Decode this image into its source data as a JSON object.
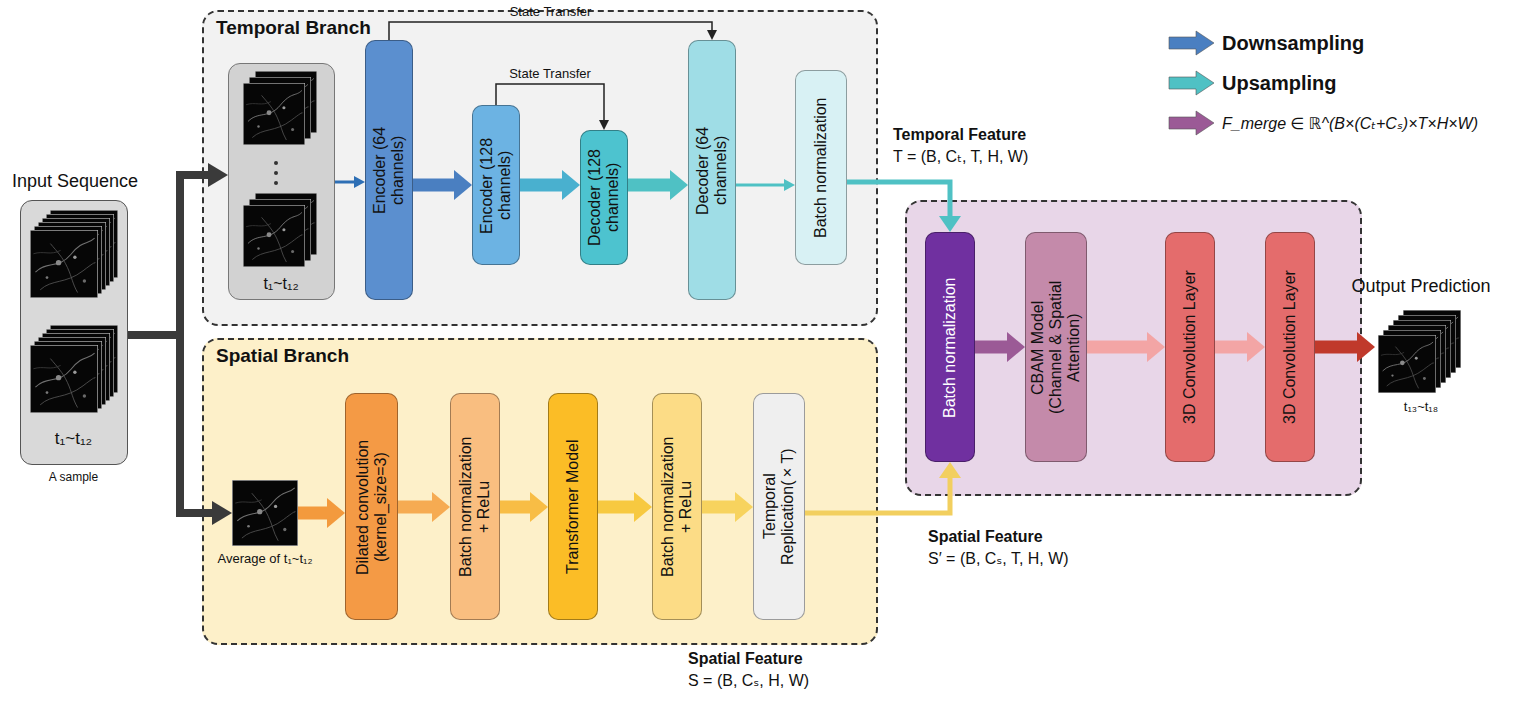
{
  "diagram": {
    "nodes": [
      {
        "text": [
          "Input Sequence",
          "t₁~t₁₂",
          "A sample"
        ]
      },
      {
        "text": [
          "Temporal Branch"
        ]
      },
      {
        "text": [
          "t₁~t₁₂"
        ],
        "in": 1
      },
      {
        "text": [
          "Encoder (64 channels)"
        ],
        "in": 1
      },
      {
        "text": [
          "Encoder (128 channels)"
        ],
        "in": 1
      },
      {
        "text": [
          "Decoder (128 channels)"
        ],
        "in": 1
      },
      {
        "text": [
          "Decoder (64 channels)"
        ],
        "in": 1
      },
      {
        "text": [
          "Batch normalization"
        ],
        "in": 1
      },
      {
        "text": [
          "Spatial Branch"
        ]
      },
      {
        "text": [
          "Average of t₁~t₁₂"
        ],
        "in": 8
      },
      {
        "text": [
          "Dilated convolution (kernel_size=3)"
        ],
        "in": 8
      },
      {
        "text": [
          "Batch normalization + ReLu"
        ],
        "in": 8
      },
      {
        "text": [
          "Transformer Model"
        ],
        "in": 8
      },
      {
        "text": [
          "Batch normalization + ReLu"
        ],
        "in": 8
      },
      {
        "text": [
          "Temporal Replication(×T)"
        ],
        "in": 8
      },
      {
        "text": []
      },
      {
        "text": [
          "Batch normalization"
        ],
        "in": 15
      },
      {
        "text": [
          "CBAM Model (Channel & Spatial Attention)"
        ],
        "in": 15
      },
      {
        "text": [
          "3D Convolution Layer"
        ],
        "in": 15
      },
      {
        "text": [
          "3D Convolution Layer"
        ],
        "in": 15
      },
      {
        "text": [
          "Output Prediction",
          "t₁₃~t₁₈"
        ]
      }
    ],
    "edges": [
      {
        "from": 0,
        "to": 2,
        "arrow": "to"
      },
      {
        "from": 0,
        "to": 9,
        "arrow": "to"
      },
      {
        "from": 2,
        "to": 3,
        "arrow": "to"
      },
      {
        "from": 3,
        "to": 4,
        "arrow": "to"
      },
      {
        "from": 4,
        "to": 5,
        "arrow": "to"
      },
      {
        "from": 5,
        "to": 6,
        "arrow": "to"
      },
      {
        "from": 6,
        "to": 7,
        "arrow": "to"
      },
      {
        "from": 3,
        "to": 6,
        "label": "State Transfer",
        "arrow": "to"
      },
      {
        "from": 4,
        "to": 5,
        "label": "State Transfer",
        "arrow": "to"
      },
      {
        "from": 7,
        "to": 16,
        "arrow": "to"
      },
      {
        "from": 9,
        "to": 10,
        "arrow": "to"
      },
      {
        "from": 10,
        "to": 11,
        "arrow": "to"
      },
      {
        "from": 11,
        "to": 12,
        "arrow": "to"
      },
      {
        "from": 12,
        "to": 13,
        "arrow": "to"
      },
      {
        "from": 13,
        "to": 14,
        "arrow": "to"
      },
      {
        "from": 14,
        "to": 16,
        "arrow": "to"
      },
      {
        "from": 16,
        "to": 17,
        "arrow": "to"
      },
      {
        "from": 17,
        "to": 18,
        "arrow": "to"
      },
      {
        "from": 18,
        "to": 19,
        "arrow": "to"
      },
      {
        "from": 19,
        "to": 20,
        "arrow": "to"
      }
    ],
    "labels": [
      "Temporal Feature",
      "T = (B, Cₜ, T, H, W)",
      "Spatial Feature",
      "S′ = (B, Cₛ, T, H, W)",
      "Spatial Feature",
      "S = (B, Cₛ, H, W)"
    ],
    "legend": [
      {
        "text": "Downsampling",
        "color": "#4a7fc1"
      },
      {
        "text": "Upsampling",
        "color": "#4fc1c4"
      },
      {
        "text": "F_merge ∈ ℝ^(B×(Cₜ+Cₛ)×T×H×W)",
        "color": "#9b5a96"
      }
    ]
  }
}
